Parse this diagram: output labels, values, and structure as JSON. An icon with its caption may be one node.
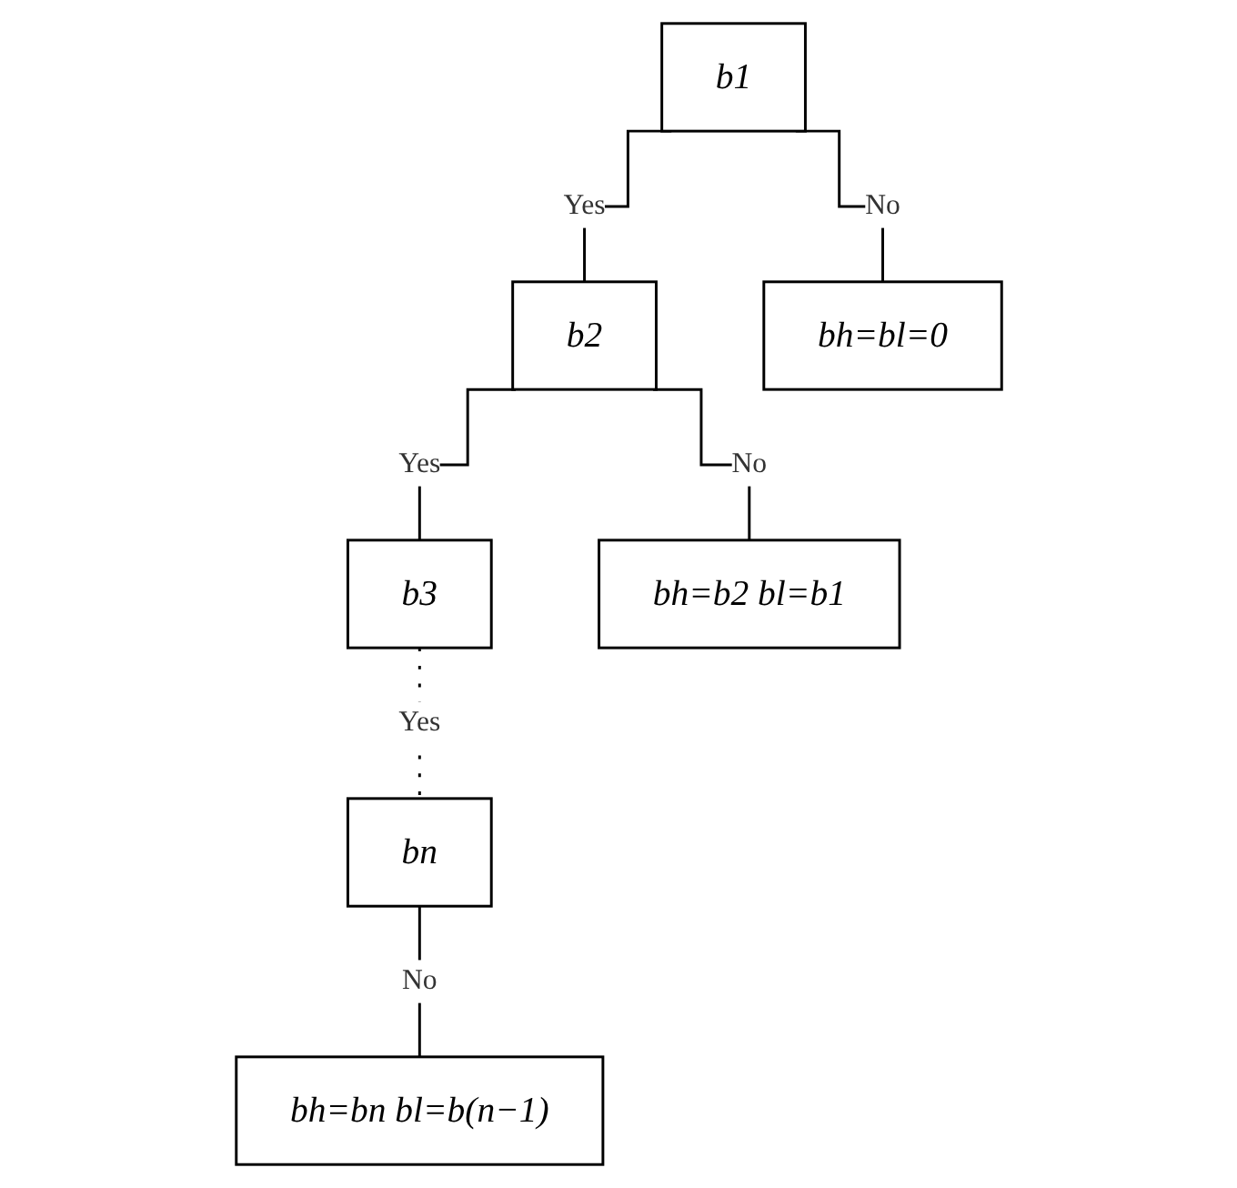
{
  "diagram": {
    "nodes": [
      {
        "text": [
          "b1"
        ]
      },
      {
        "text": [
          "b2"
        ]
      },
      {
        "text": [
          "bh=bl=0"
        ]
      },
      {
        "text": [
          "b3"
        ]
      },
      {
        "text": [
          "bh=b2 bl=b1"
        ]
      },
      {
        "text": [
          "bn"
        ]
      },
      {
        "text": [
          "bh=bn bl=b(n−1)"
        ]
      }
    ],
    "edges": [
      {
        "from": 0,
        "to": 1,
        "arrow": "none",
        "label": "Yes"
      },
      {
        "from": 0,
        "to": 2,
        "arrow": "none",
        "label": "No"
      },
      {
        "from": 1,
        "to": 3,
        "arrow": "none",
        "label": "Yes"
      },
      {
        "from": 1,
        "to": 4,
        "arrow": "none",
        "label": "No"
      },
      {
        "from": 3,
        "to": 5,
        "arrow": "none",
        "label": "Yes",
        "style": "dashed"
      },
      {
        "from": 5,
        "to": 6,
        "arrow": "none",
        "label": "No"
      }
    ]
  }
}
